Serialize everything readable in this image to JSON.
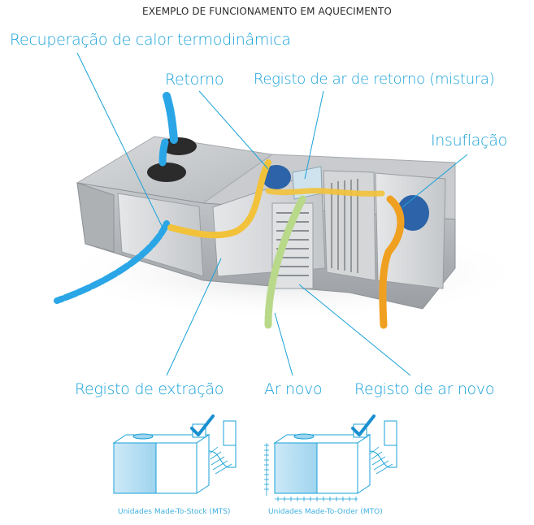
{
  "heading": "EXEMPLO DE FUNCIONAMENTO EM AQUECIMENTO",
  "labels": {
    "heat_recovery": "Recuperação de calor termodinâmica",
    "return": "Retorno",
    "return_damper": "Registo de ar de retorno (mistura)",
    "supply": "Insuflação",
    "exhaust_damper": "Registo de extração",
    "fresh_air": "Ar novo",
    "fresh_air_damper": "Registo de ar novo"
  },
  "captions": {
    "mts": "Unidades Made-To-Stock (MTS)",
    "mto": "Unidades Made-To-Order (MTO)"
  },
  "colors": {
    "accent": "#1aa2d8",
    "warm_flow": "#f0a020",
    "return_flow": "#f2c23a",
    "fresh_flow": "#b9d98a",
    "exhaust_flow": "#2aa6e6",
    "unit_body": "#b7babd"
  },
  "icons": [
    "checkmark-icon",
    "checkmark-icon"
  ]
}
